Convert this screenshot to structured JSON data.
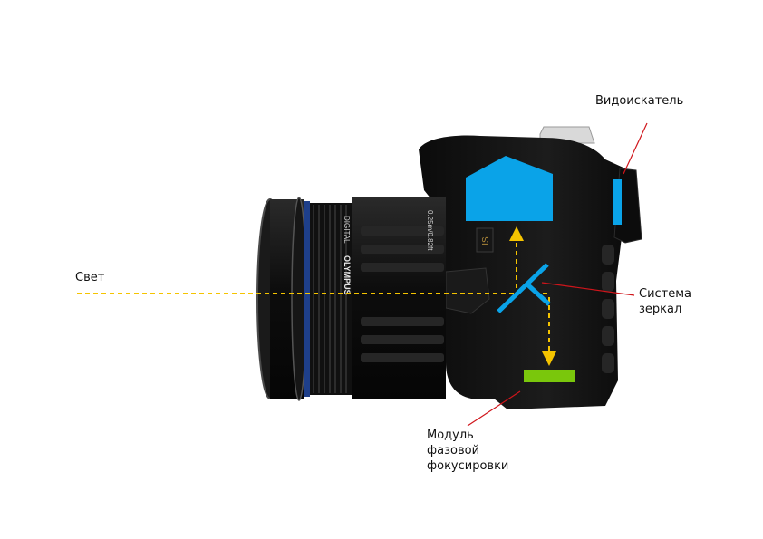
{
  "labels": {
    "light": "Свет",
    "viewfinder": "Видоискатель",
    "mirror_system": [
      "Система",
      "зеркал"
    ],
    "af_module": [
      "Модуль",
      "фазовой",
      "фокусировки"
    ]
  },
  "camera_markings": {
    "brand": "OLYMPUS",
    "lens_line": "DIGITAL",
    "lens_spec": "0.25m/0.82ft",
    "stabilizer_badge": "IS"
  },
  "colors": {
    "prism": "#0aa3e8",
    "mirror": "#0aa3e8",
    "light_path": "#f5c400",
    "af_sensor": "#7ac70c",
    "leader_line": "#d0151b",
    "camera_body": "#141414"
  }
}
